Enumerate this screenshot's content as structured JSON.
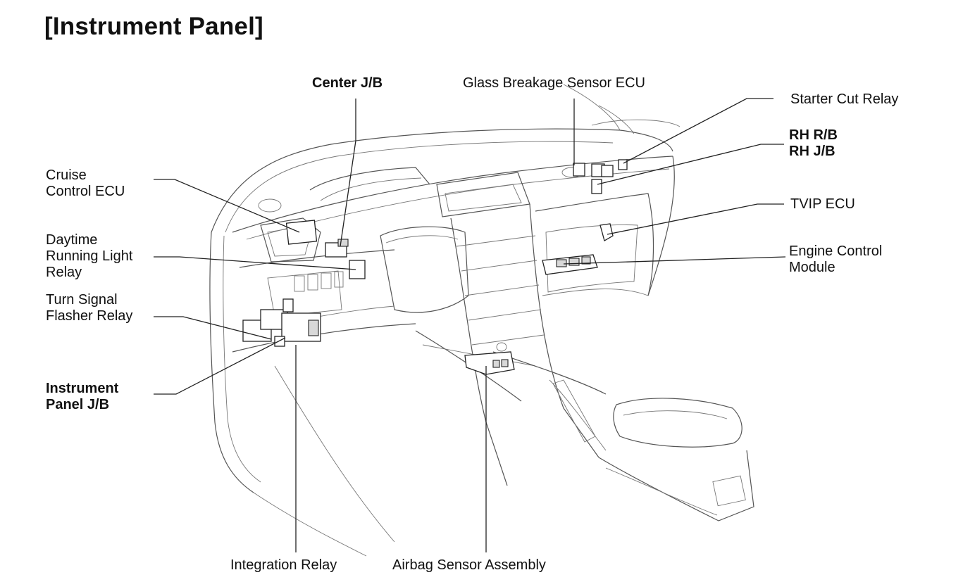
{
  "title": "[Instrument Panel]",
  "labels": {
    "center_jb": "Center J/B",
    "glass_breakage": "Glass Breakage Sensor ECU",
    "starter_cut": "Starter Cut Relay",
    "rh_rb": "RH R/B",
    "rh_jb": "RH J/B",
    "cruise_1": "Cruise",
    "cruise_2": "Control ECU",
    "tvip": "TVIP ECU",
    "drl_1": "Daytime",
    "drl_2": "Running Light",
    "drl_3": "Relay",
    "engine_1": "Engine Control",
    "engine_2": "Module",
    "turn_1": "Turn Signal",
    "turn_2": "Flasher Relay",
    "ipjb_1": "Instrument",
    "ipjb_2": "Panel J/B",
    "integration": "Integration Relay",
    "airbag": "Airbag Sensor Assembly"
  }
}
